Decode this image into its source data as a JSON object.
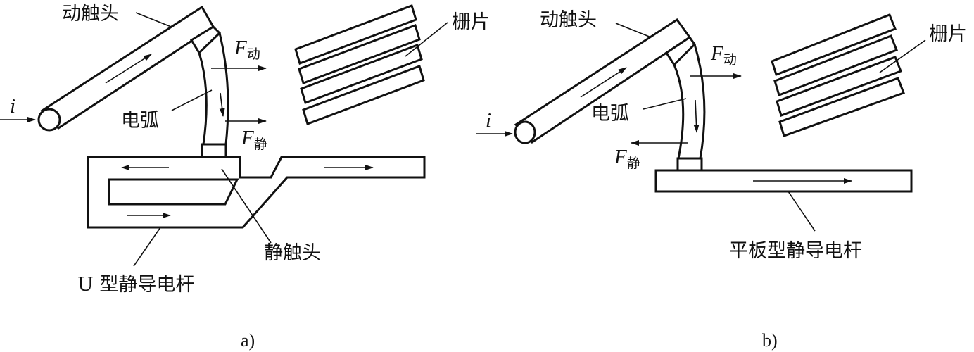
{
  "diagram_a": {
    "label_moving_contact": "动触头",
    "label_grid": "栅片",
    "label_arc": "电弧",
    "label_current": "i",
    "force_moving": {
      "symbol": "F",
      "subscript": "动"
    },
    "force_static": {
      "symbol": "F",
      "subscript": "静"
    },
    "label_static_contact": "静触头",
    "label_rod": "U 型静导电杆",
    "caption": "a)"
  },
  "diagram_b": {
    "label_moving_contact": "动触头",
    "label_grid": "栅片",
    "label_arc": "电弧",
    "label_current": "i",
    "force_moving": {
      "symbol": "F",
      "subscript": "动"
    },
    "force_static": {
      "symbol": "F",
      "subscript": "静"
    },
    "label_rod": "平板型静导电杆",
    "caption": "b)"
  }
}
